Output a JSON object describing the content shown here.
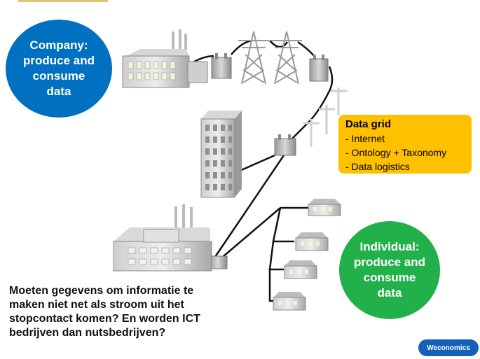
{
  "company": {
    "lines": [
      "Company:",
      "produce and",
      "consume",
      "data"
    ],
    "color": "#0070c0"
  },
  "individual": {
    "lines": [
      "Individual:",
      "produce and",
      "consume",
      "data"
    ],
    "color": "#22b04b"
  },
  "data_grid": {
    "title": "Data grid",
    "items": [
      "- Internet",
      "- Ontology + Taxonomy",
      "- Data logistics"
    ],
    "color": "#ffc000"
  },
  "question": {
    "lines": [
      "Moeten gegevens om informatie te",
      "maken niet net als stroom uit het",
      "stopcontact komen? En worden ICT",
      "bedrijven dan nutsbedrijven?"
    ]
  },
  "logo": {
    "text": "Weconomics",
    "color": "#1560b8"
  },
  "icons": [
    "factory-icon",
    "transformer-icon",
    "pylon-icon",
    "utility-pole-icon",
    "office-building-icon",
    "house-icon"
  ]
}
